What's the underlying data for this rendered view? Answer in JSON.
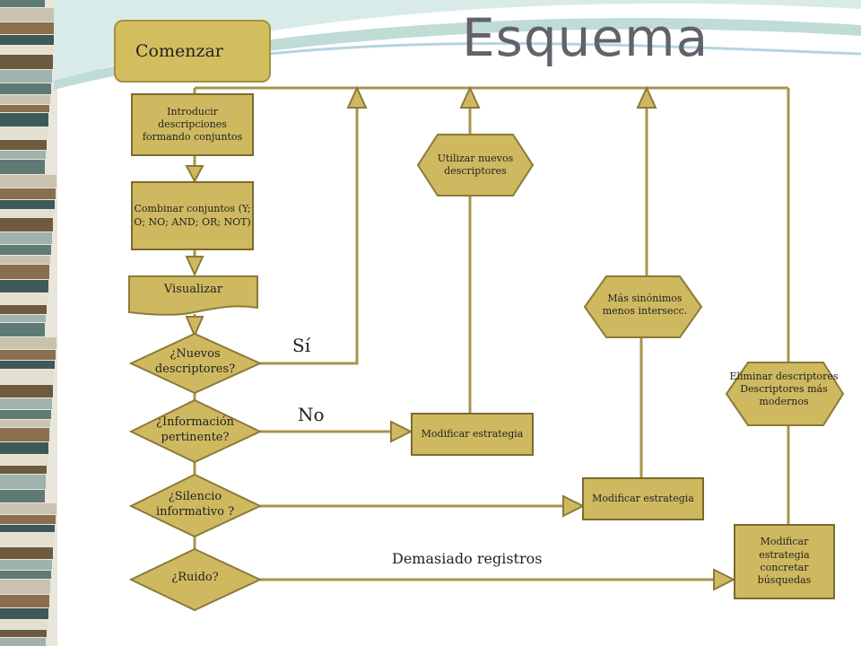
{
  "title": "Esquema",
  "nodes": {
    "start": "Comenzar",
    "introducir": "Introducir descripciones formando conjuntos",
    "combinar": "Combinar conjuntos (Y; O; NO; AND; OR; NOT)",
    "visualizar": "Visualizar",
    "nuevos": "¿Nuevos descriptores?",
    "informacion": "¿Información pertinente?",
    "silencio": "¿Silencio informativo ?",
    "ruido": "¿Ruido?",
    "utilizar": "Utilizar nuevos descriptores",
    "mas_sinonimos": "Más sinónimos menos intersecc.",
    "eliminar": "Eliminar descriptores Descriptores más modernos",
    "modificar_1": "Modificar estrategia",
    "modificar_2": "Modificar estrategia",
    "modificar_3": "Modificar estrategia concretar búsquedas"
  },
  "edge_labels": {
    "si": "Sí",
    "no": "No",
    "demasiado": "Demasiado registros"
  },
  "colors": {
    "fill": "#cfb960",
    "stroke": "#8c7a38",
    "line": "#a8944d",
    "title": "#636169"
  }
}
